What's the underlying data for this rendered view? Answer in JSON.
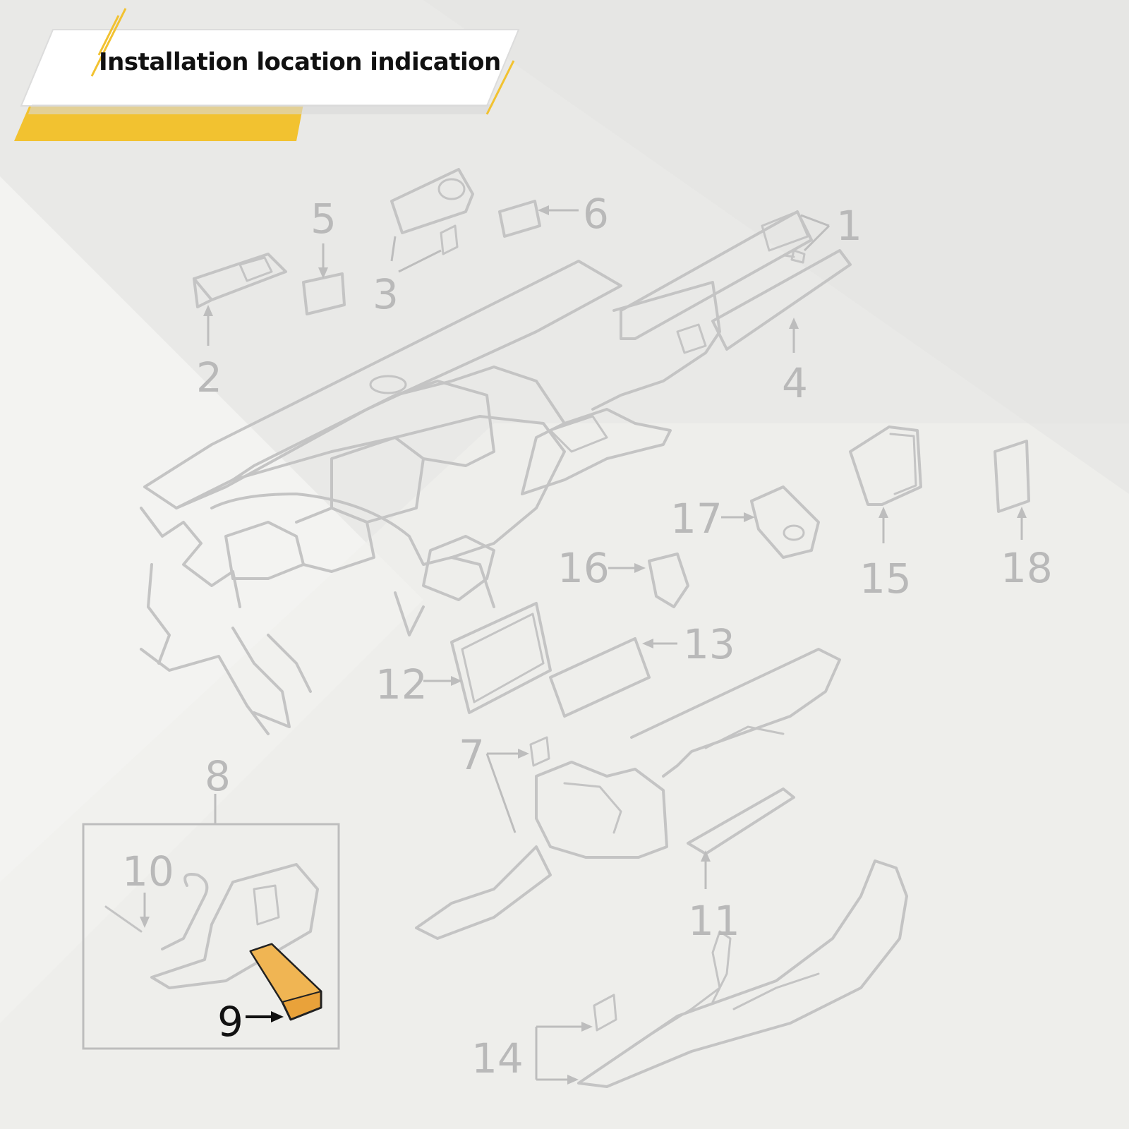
{
  "banner": {
    "title": "Installation location indication"
  },
  "colors": {
    "accent": "#f2c230",
    "highlight_part": "#e9a23a",
    "line_art": "#c4c4c4"
  },
  "callouts": {
    "c1": "1",
    "c2": "2",
    "c3": "3",
    "c4": "4",
    "c5": "5",
    "c6": "6",
    "c7": "7",
    "c8": "8",
    "c9": "9",
    "c10": "10",
    "c11": "11",
    "c12": "12",
    "c13": "13",
    "c14": "14",
    "c15": "15",
    "c16": "16",
    "c17": "17",
    "c18": "18"
  },
  "highlighted_part": "9"
}
